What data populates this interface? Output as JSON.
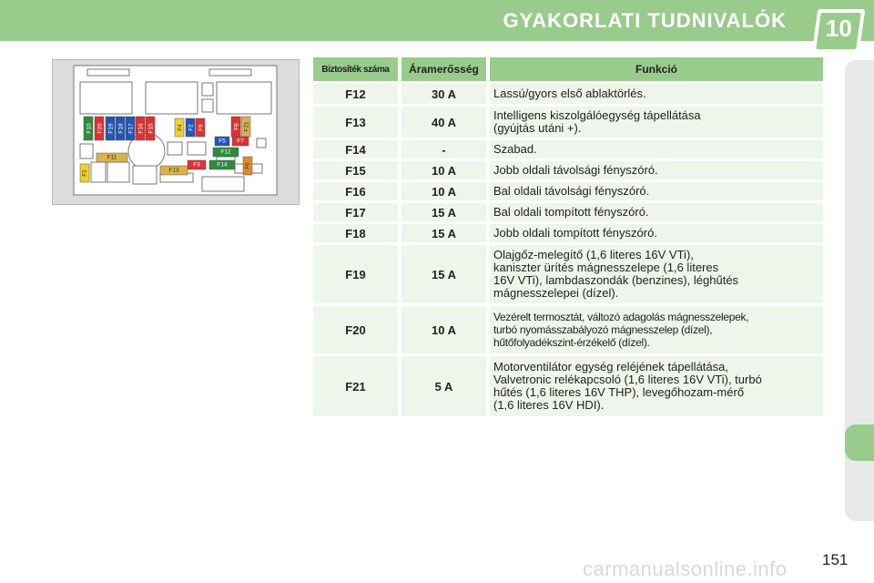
{
  "header": {
    "title": "GYAKORLATI TUDNIVALÓK",
    "chapter": "10"
  },
  "table": {
    "headers": [
      "Biztosíték száma",
      "Áramerősség",
      "Funkció"
    ],
    "rows": [
      {
        "fuse": "F12",
        "amp": "30 A",
        "func": "Lassú/gyors első ablaktörlés."
      },
      {
        "fuse": "F13",
        "amp": "40 A",
        "func": "Intelligens kiszolgálóegység tápellátása\n(gyújtás utáni +)."
      },
      {
        "fuse": "F14",
        "amp": "-",
        "func": "Szabad."
      },
      {
        "fuse": "F15",
        "amp": "10 A",
        "func": "Jobb oldali távolsági fényszóró."
      },
      {
        "fuse": "F16",
        "amp": "10 A",
        "func": "Bal oldali távolsági fényszóró."
      },
      {
        "fuse": "F17",
        "amp": "15 A",
        "func": "Bal oldali tompított fényszóró."
      },
      {
        "fuse": "F18",
        "amp": "15 A",
        "func": "Jobb oldali tompított fényszóró."
      },
      {
        "fuse": "F19",
        "amp": "15 A",
        "func": "Olajgőz-melegítő (1,6 literes 16V VTi),\nkaniszter ürítés mágnesszelepe (1,6 literes\n16V VTi), lambdaszondák (benzines), léghűtés\nmágnesszelepei (dízel)."
      },
      {
        "fuse": "F20",
        "amp": "10 A",
        "func": "Vezérelt termosztát, változó adagolás mágnesszelepek,\nturbó nyomásszabályozó mágnesszelep (dízel),\nhűtőfolyadékszint-érzékelő (dízel)."
      },
      {
        "fuse": "F21",
        "amp": "5 A",
        "func": "Motorventilátor egység reléjének tápellátása,\nValvetronic relékapcsoló (1,6 literes 16V VTi), turbó\nhűtés (1,6 literes 16V THP), levegőhozam-mérő\n(1,6 literes 16V HDI)."
      }
    ]
  },
  "diagram": {
    "fuse_labels": [
      "F10",
      "F20",
      "F19",
      "F18",
      "F17",
      "F16",
      "F15",
      "F4",
      "F2",
      "F9",
      "F8",
      "F21",
      "F5",
      "F7",
      "F12",
      "F11",
      "F3",
      "F14",
      "F6",
      "F1",
      "F13"
    ]
  },
  "page_number": "151",
  "watermark": "carmanualsonline.info"
}
